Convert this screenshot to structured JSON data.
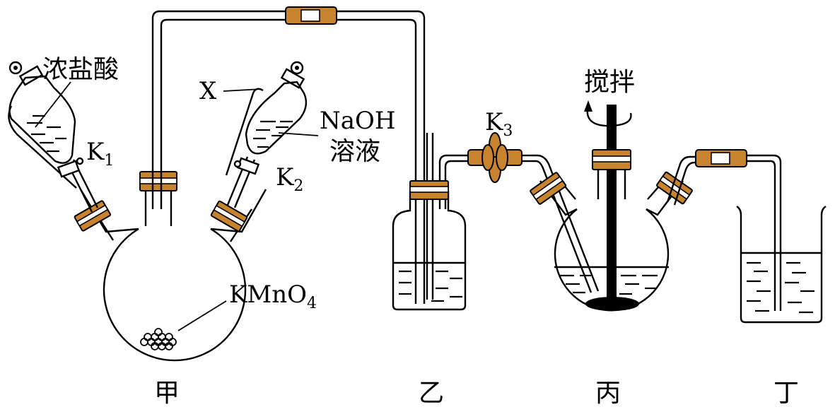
{
  "stations": {
    "jia": "甲",
    "yi": "乙",
    "bing": "丙",
    "ding": "丁"
  },
  "labels": {
    "hcl": "浓盐酸",
    "k1_main": "K",
    "k1_sub": "1",
    "k2_main": "K",
    "k2_sub": "2",
    "k3_main": "K",
    "k3_sub": "3",
    "x": "X",
    "naoh_line1": "NaOH",
    "naoh_line2": "溶液",
    "kmno4_main": "KMnO",
    "kmno4_sub": "4",
    "stir": "搅拌"
  },
  "colors": {
    "stopper": "#c8832f",
    "glass": "#000000",
    "background": "#ffffff"
  }
}
